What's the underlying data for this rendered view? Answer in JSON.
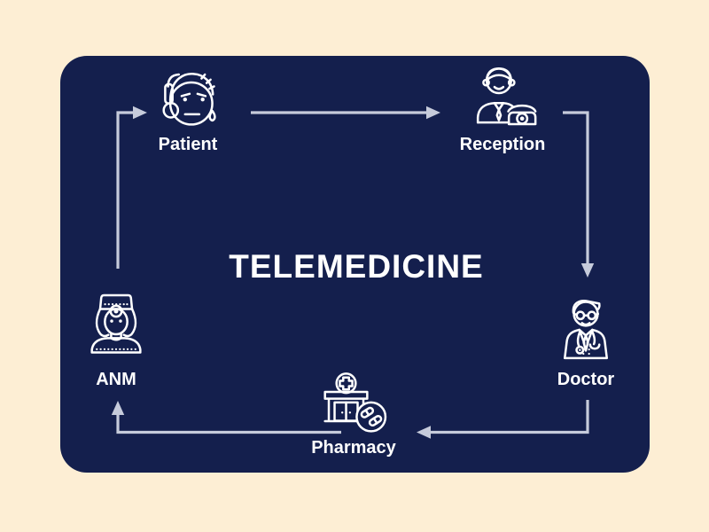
{
  "panel": {
    "title": "TELEMEDICINE"
  },
  "nodes": [
    {
      "id": "patient",
      "label": "Patient",
      "icon": "patient-headset-icon"
    },
    {
      "id": "reception",
      "label": "Reception",
      "icon": "receptionist-phone-icon"
    },
    {
      "id": "doctor",
      "label": "Doctor",
      "icon": "doctor-stethoscope-icon"
    },
    {
      "id": "pharmacy",
      "label": "Pharmacy",
      "icon": "pharmacy-store-icon"
    },
    {
      "id": "anm",
      "label": "ANM",
      "icon": "nurse-anm-icon"
    }
  ],
  "flow": [
    {
      "from": "Patient",
      "to": "Reception"
    },
    {
      "from": "Reception",
      "to": "Doctor"
    },
    {
      "from": "Doctor",
      "to": "Pharmacy"
    },
    {
      "from": "Pharmacy",
      "to": "ANM"
    },
    {
      "from": "ANM",
      "to": "Patient"
    }
  ],
  "colors": {
    "page_background": "#fdeed4",
    "panel_background": "#141f4d",
    "arrow": "#c6cbdb",
    "icon_stroke": "#ffffff",
    "label_text": "#ffffff"
  }
}
